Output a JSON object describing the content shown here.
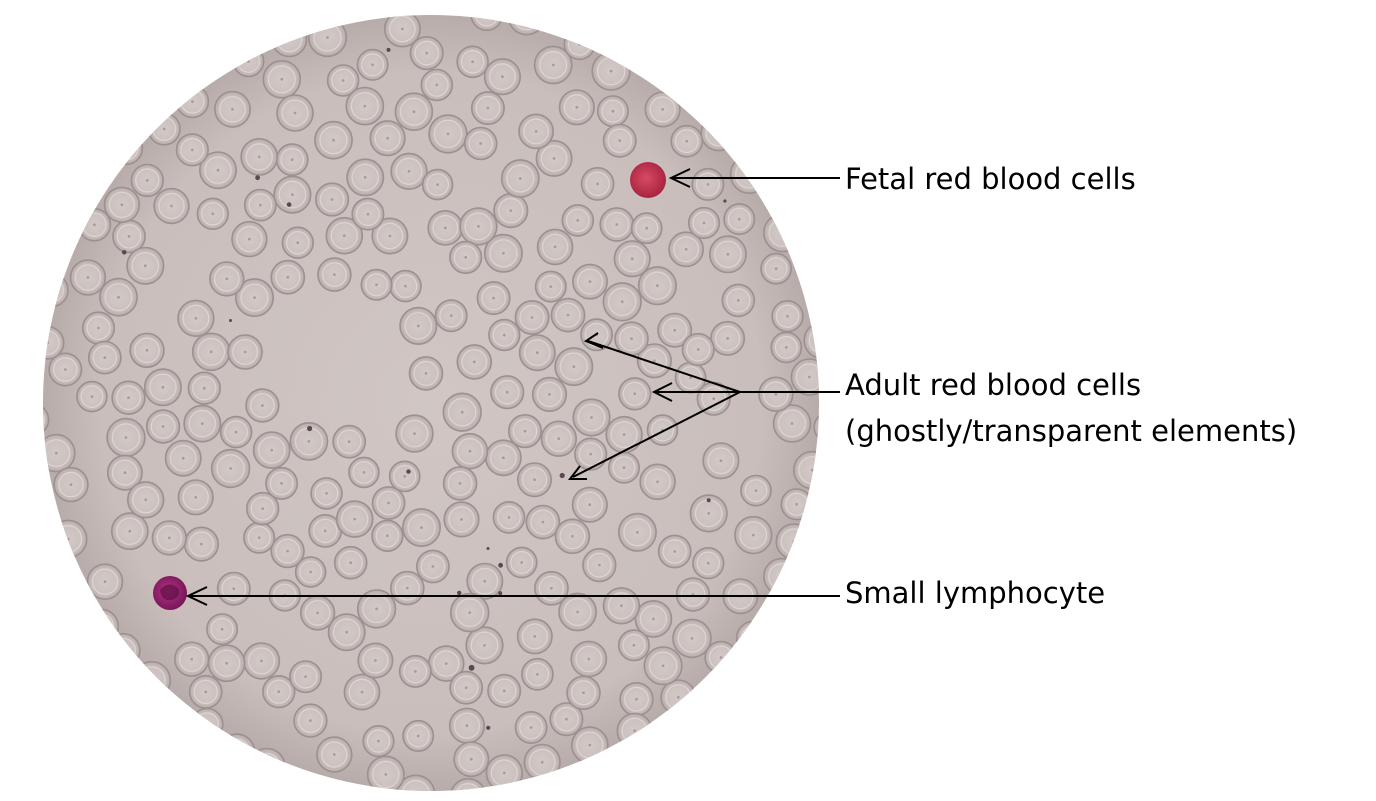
{
  "colors": {
    "background": "#ffffff",
    "field": "#cbc0be",
    "rbc_fill": "#cec4c2",
    "rbc_edge": "#9c9090",
    "fetal_cell": "#c8354f",
    "lymphocyte": "#9c2470",
    "arrow": "#000000"
  },
  "annotations": {
    "fetal": {
      "label": "Fetal red blood cells"
    },
    "adult": {
      "label_line1": "Adult red blood cells",
      "label_line2": "(ghostly/transparent elements)"
    },
    "lymphocyte": {
      "label": "Small lymphocyte"
    }
  }
}
